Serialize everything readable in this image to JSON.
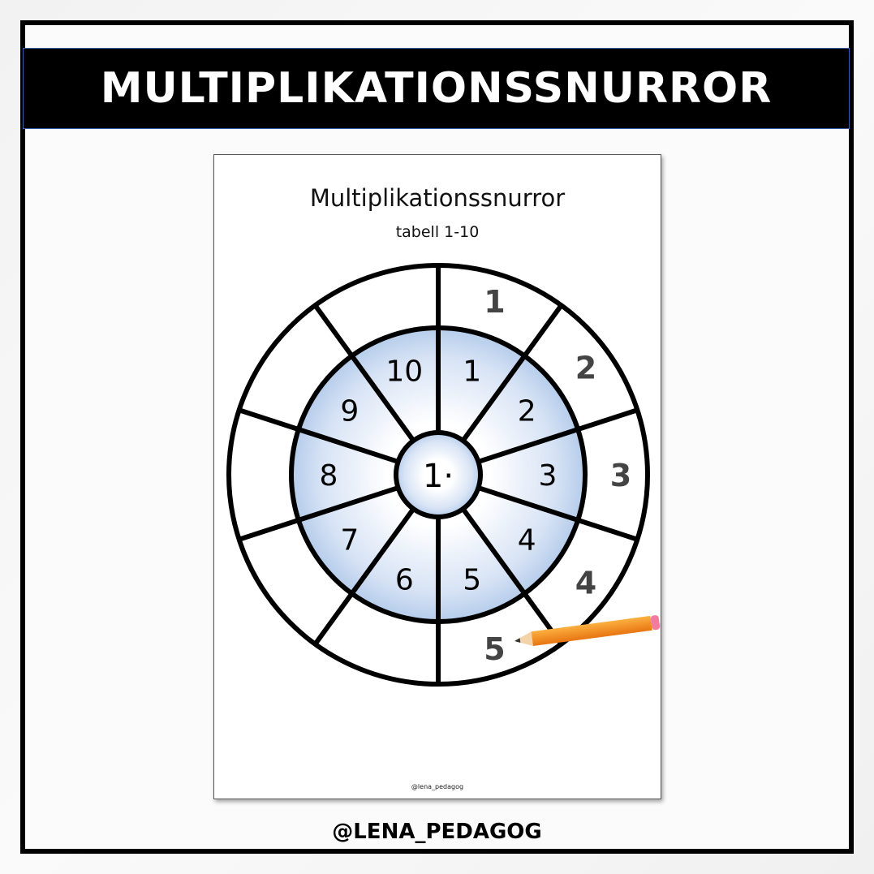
{
  "banner": {
    "title": "MULTIPLIKATIONSSNURROR"
  },
  "sheet": {
    "title": "Multiplikationssnurror",
    "subtitle": "tabell 1-10",
    "credit": "@lena_pedagog",
    "center_label": "1·",
    "inner_numbers": [
      "1",
      "2",
      "3",
      "4",
      "5",
      "6",
      "7",
      "8",
      "9",
      "10"
    ],
    "outer_numbers": [
      "1",
      "2",
      "3",
      "4",
      "5"
    ]
  },
  "footer": {
    "handle": "@LENA_PEDAGOG"
  },
  "colors": {
    "inner_ring": "#c9d9f0",
    "pencil": "#f7941d",
    "frame": "#000000"
  }
}
